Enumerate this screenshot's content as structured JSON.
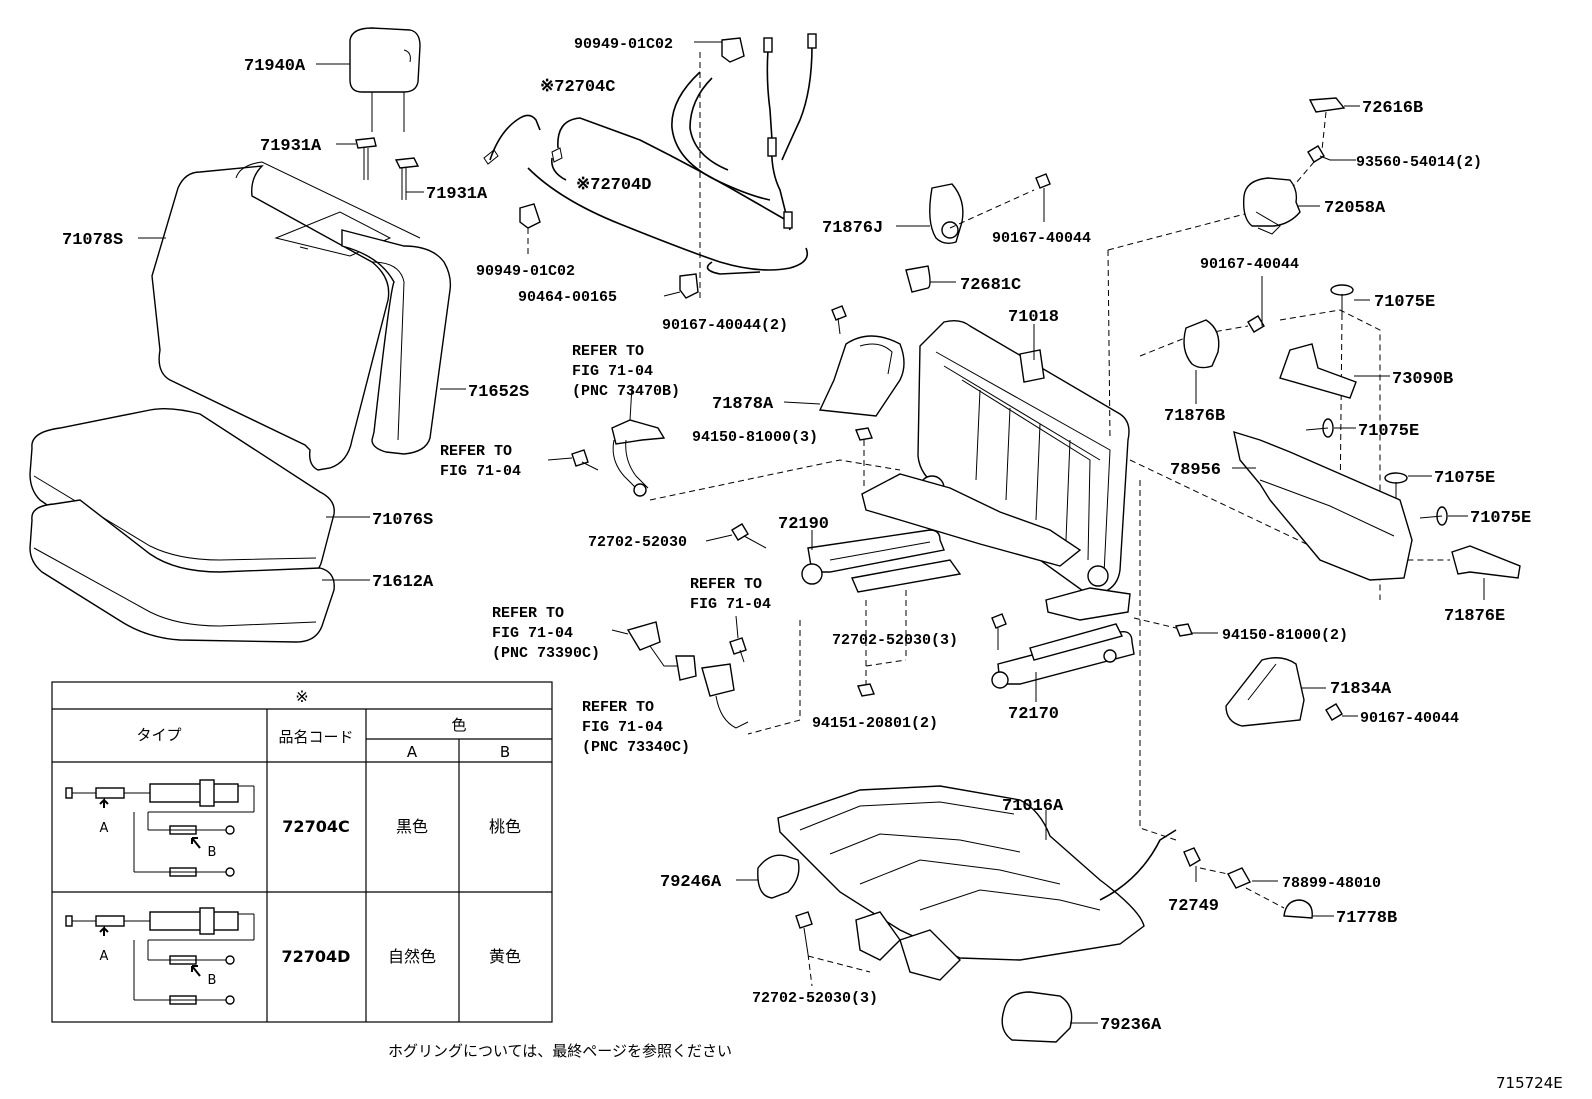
{
  "labels": {
    "p71940A": "71940A",
    "p71931A_1": "71931A",
    "p71931A_2": "71931A",
    "p71078S": "71078S",
    "p71652S": "71652S",
    "p71076S": "71076S",
    "p71612A": "71612A",
    "p90949_top": "90949-01C02",
    "p72704C": "※72704C",
    "p72704D": "※72704D",
    "p90949_bot": "90949-01C02",
    "p90464": "90464-00165",
    "p90167_2": "90167-40044(2)",
    "p71876J": "71876J",
    "p90167_a": "90167-40044",
    "p72681C": "72681C",
    "p71018": "71018",
    "p71878A": "71878A",
    "p94150_3": "94150-81000(3)",
    "p72190": "72190",
    "p72702_a": "72702-52030",
    "p72702_b": "72702-52030(3)",
    "p94151": "94151-20801(2)",
    "p72170": "72170",
    "p72616B": "72616B",
    "p93560": "93560-54014(2)",
    "p72058A": "72058A",
    "p90167_b": "90167-40044",
    "p71075E_1": "71075E",
    "p73090B": "73090B",
    "p71876B": "71876B",
    "p71075E_2": "71075E",
    "p78956": "78956",
    "p71075E_3": "71075E",
    "p71075E_4": "71075E",
    "p71876E": "71876E",
    "p94150_2": "94150-81000(2)",
    "p71834A": "71834A",
    "p90167_c": "90167-40044",
    "p71016A": "71016A",
    "p79246A": "79246A",
    "p72749": "72749",
    "p78899": "78899-48010",
    "p71778B": "71778B",
    "p72702_c": "72702-52030(3)",
    "p79236A": "79236A"
  },
  "refs": {
    "r1": [
      "REFER TO",
      "FIG 71-04",
      "(PNC 73470B)"
    ],
    "r2": [
      "REFER TO",
      "FIG 71-04"
    ],
    "r3": [
      "REFER TO",
      "FIG 71-04",
      "(PNC 73390C)"
    ],
    "r4": [
      "REFER TO",
      "FIG 71-04"
    ],
    "r5": [
      "REFER TO",
      "FIG 71-04",
      "(PNC 73340C)"
    ]
  },
  "table": {
    "mark": "※",
    "col_type": "タイプ",
    "col_code": "品名コード",
    "col_color": "色",
    "sub_a": "A",
    "sub_b": "B",
    "rows": [
      {
        "code": "72704C",
        "color_a": "黒色",
        "color_b": "桃色",
        "arrow_a": "A",
        "arrow_b": "B"
      },
      {
        "code": "72704D",
        "color_a": "自然色",
        "color_b": "黄色",
        "arrow_a": "A",
        "arrow_b": "B"
      }
    ]
  },
  "footnote": "ホグリングについては、最終ページを参照ください",
  "figure_id": "715724E"
}
